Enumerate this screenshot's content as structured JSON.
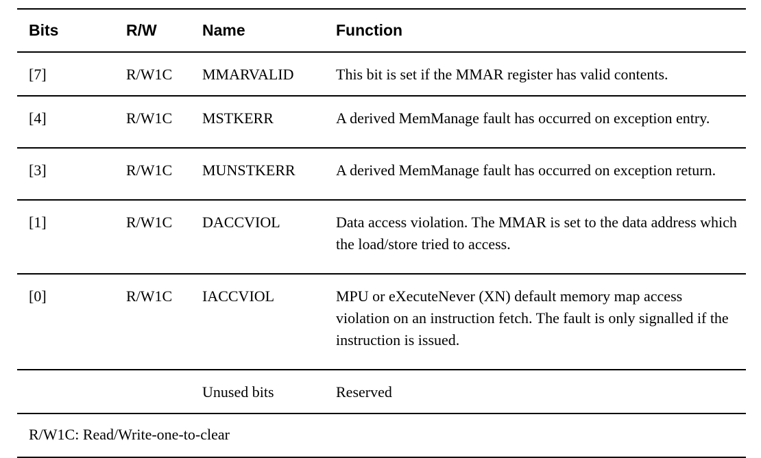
{
  "table": {
    "headers": [
      "Bits",
      "R/W",
      "Name",
      "Function"
    ],
    "rows": [
      {
        "bits": "[7]",
        "rw": "R/W1C",
        "name": "MMARVALID",
        "function": "This bit is set if the MMAR register has valid contents."
      },
      {
        "bits": "[4]",
        "rw": "R/W1C",
        "name": "MSTKERR",
        "function": "A derived MemManage fault has occurred on exception entry."
      },
      {
        "bits": "[3]",
        "rw": "R/W1C",
        "name": "MUNSTKERR",
        "function": "A derived MemManage fault has occurred on exception return."
      },
      {
        "bits": "[1]",
        "rw": "R/W1C",
        "name": "DACCVIOL",
        "function": "Data access violation. The MMAR is set to the data address which the load/store tried to access."
      },
      {
        "bits": "[0]",
        "rw": "R/W1C",
        "name": "IACCVIOL",
        "function": "MPU or eXecuteNever (XN) default memory map access violation on an instruction fetch. The fault is only signalled if the instruction is issued."
      },
      {
        "bits": "",
        "rw": "",
        "name": "Unused bits",
        "function": "Reserved"
      }
    ],
    "footnote": "R/W1C: Read/Write-one-to-clear"
  },
  "colors": {
    "rule": "#000000",
    "text": "#000000",
    "background": "#ffffff"
  }
}
